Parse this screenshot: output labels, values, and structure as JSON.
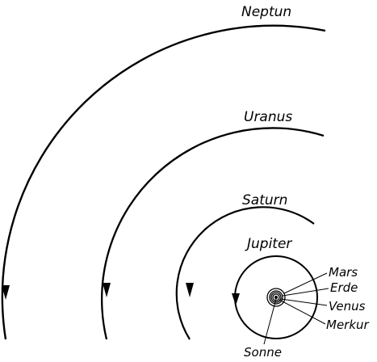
{
  "diagram": {
    "planets": {
      "neptun": "Neptun",
      "uranus": "Uranus",
      "saturn": "Saturn",
      "jupiter": "Jupiter",
      "mars": "Mars",
      "erde": "Erde",
      "venus": "Venus",
      "merkur": "Merkur"
    },
    "sun": "Sonne",
    "colors": {
      "ink": "#000000",
      "background": "#ffffff"
    }
  }
}
